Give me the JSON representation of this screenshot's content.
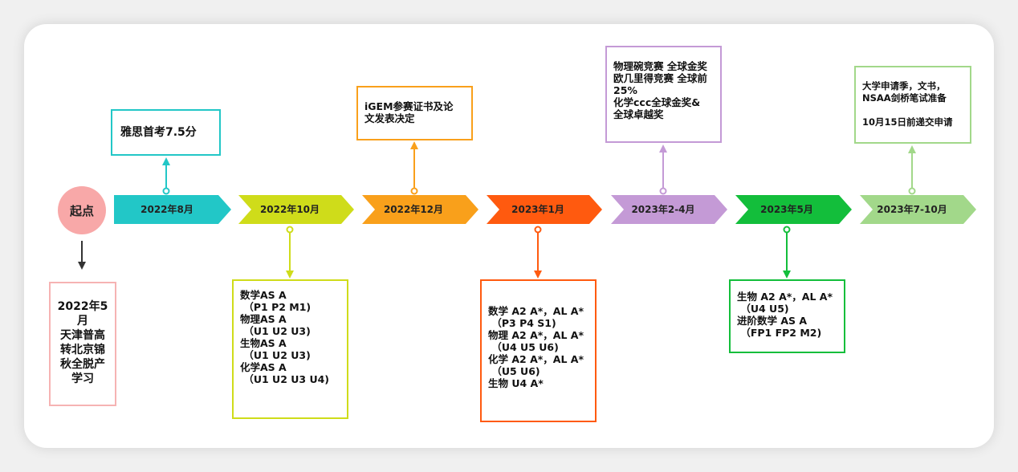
{
  "start": {
    "label": "起点",
    "note": "2022年5\n月\n天津普高\n转北京锦\n秋全脱产\n学习",
    "border_color": "#f6b3b3"
  },
  "milestones": [
    {
      "date": "2022年8月",
      "color": "#22c7c7",
      "note": "雅思首考7.5分",
      "position": "above"
    },
    {
      "date": "2022年10月",
      "color": "#cfdc1a",
      "note": "数学AS A\n （P1 P2 M1)\n物理AS A\n （U1 U2 U3)\n生物AS A\n （U1 U2 U3)\n化学AS A\n （U1 U2 U3 U4)",
      "position": "below"
    },
    {
      "date": "2022年12月",
      "color": "#f9a01b",
      "note": "iGEM参赛证书及论\n文发表决定",
      "position": "above"
    },
    {
      "date": "2023年1月",
      "color": "#ff5a0f",
      "note": "数学 A2 A*，AL A*\n （P3 P4 S1)\n物理 A2 A*，AL A*\n （U4 U5 U6)\n化学 A2 A*，AL A*\n （U5 U6)\n生物 U4 A*",
      "position": "below"
    },
    {
      "date": "2023年2-4月",
      "color": "#c49ad6",
      "note": "物理碗竞赛 全球金奖\n欧几里得竞赛 全球前\n25%\n化学ccc全球金奖&\n全球卓越奖",
      "position": "above"
    },
    {
      "date": "2023年5月",
      "color": "#13be3b",
      "note": "生物 A2 A*，AL A*\n （U4 U5)\n进阶数学 AS A\n （FP1 FP2 M2)",
      "position": "below"
    },
    {
      "date": "2023年7-10月",
      "color": "#a2d88a",
      "note": "大学申请季，文书，\nNSAA剑桥笔试准备\n\n10月15日前递交申请",
      "position": "above"
    }
  ]
}
